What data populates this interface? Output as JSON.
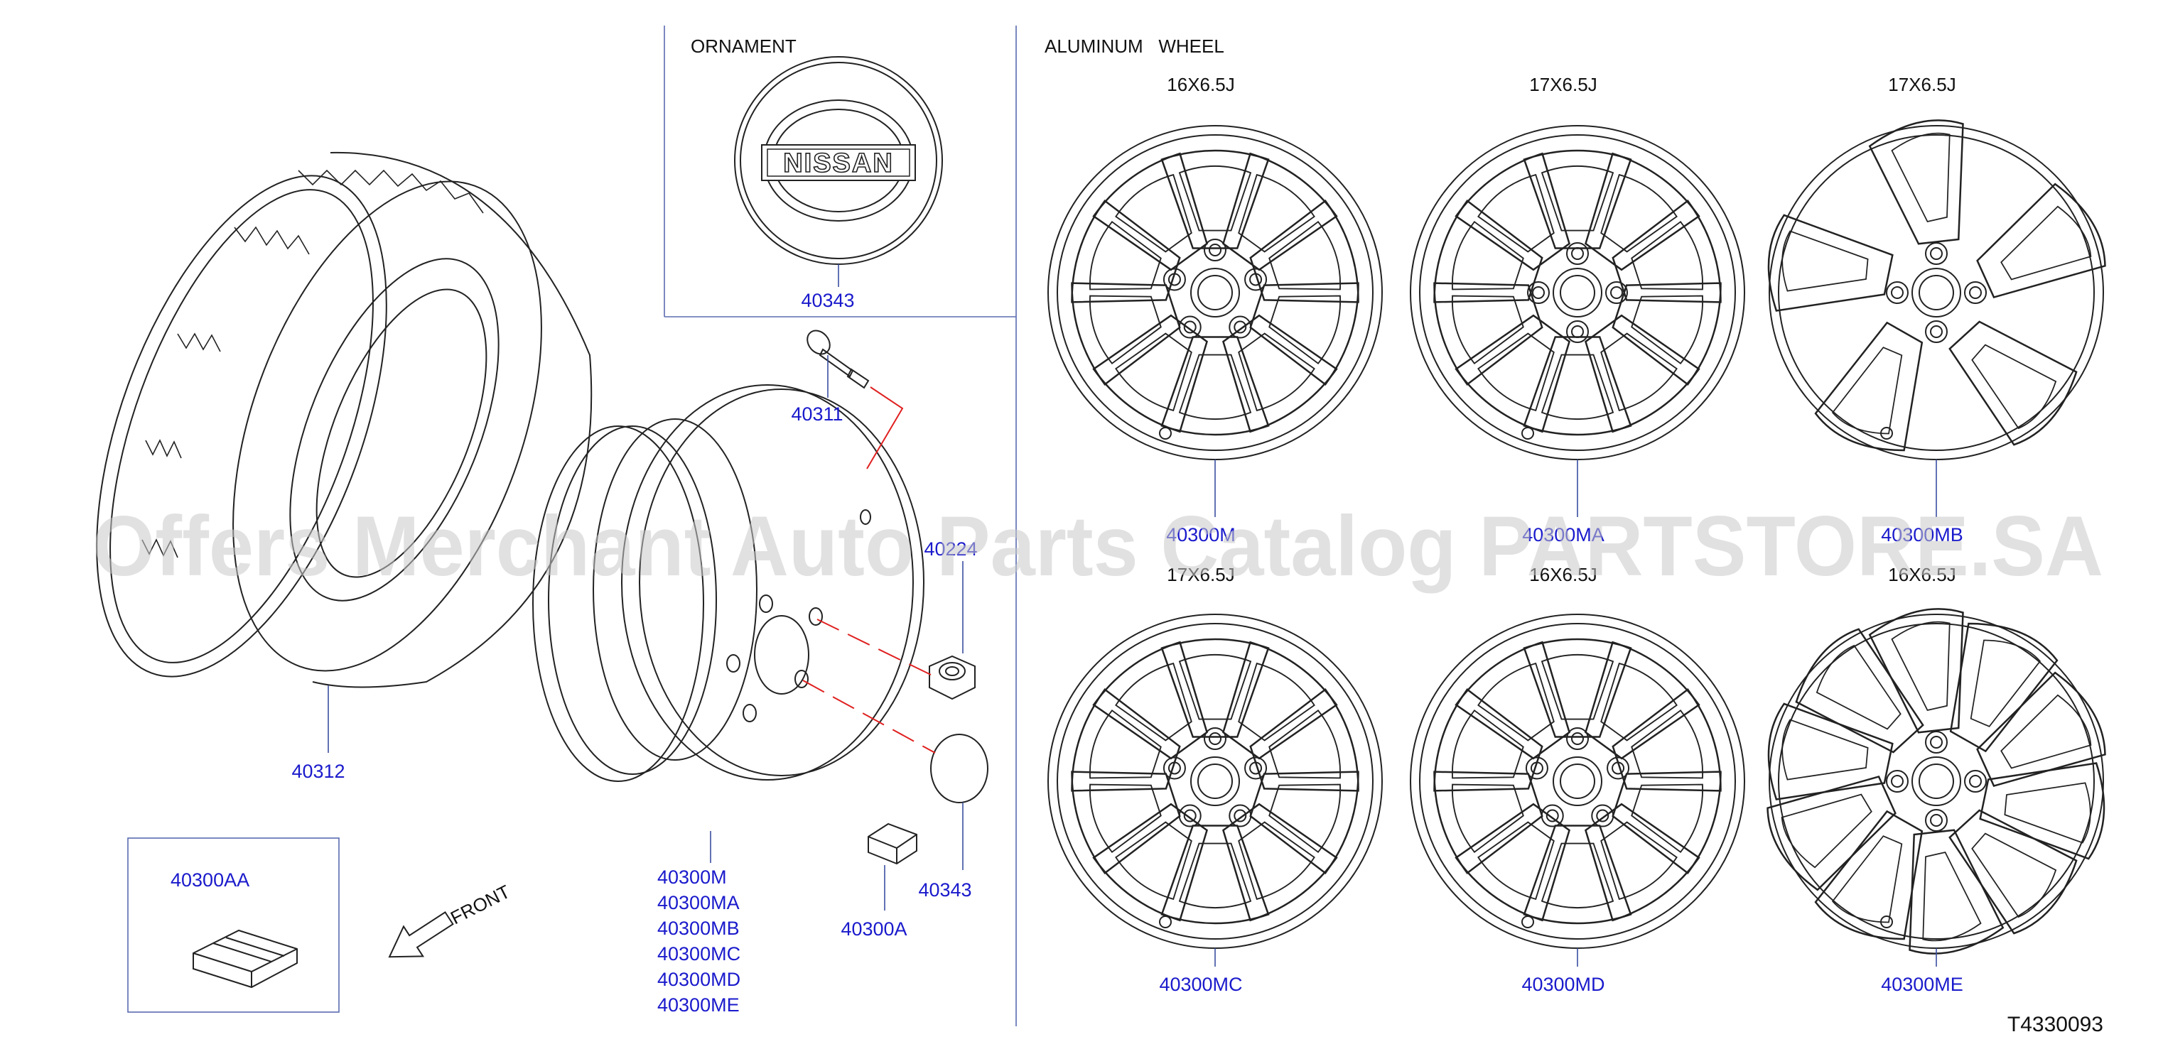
{
  "sections": {
    "ornament_title": "ORNAMENT",
    "wheel_title": "ALUMINUM   WHEEL"
  },
  "wheels": [
    {
      "size": "16X6.5J",
      "part": "40300M"
    },
    {
      "size": "17X6.5J",
      "part": "40300MA"
    },
    {
      "size": "17X6.5J",
      "part": "40300MB"
    },
    {
      "size": "17X6.5J",
      "part": "40300MC"
    },
    {
      "size": "16X6.5J",
      "part": "40300MD"
    },
    {
      "size": "16X6.5J",
      "part": "40300ME"
    }
  ],
  "ornament": {
    "logo_text": "NISSAN",
    "part": "40343"
  },
  "parts": {
    "tire": "40312",
    "valve": "40311",
    "nut": "40224",
    "cap": "40343",
    "weight": "40300A",
    "weight_set": "40300AA",
    "wheel_list": [
      "40300M",
      "40300MA",
      "40300MB",
      "40300MC",
      "40300MD",
      "40300ME"
    ]
  },
  "front_label": "FRONT",
  "diagram_code": "T4330093",
  "watermark": "Offers Merchant Auto Parts Catalog PARTSTORE.SA",
  "colors": {
    "part_number": "#1a1acc",
    "leader": "#3a4fa0",
    "callout_red": "#e02020"
  }
}
